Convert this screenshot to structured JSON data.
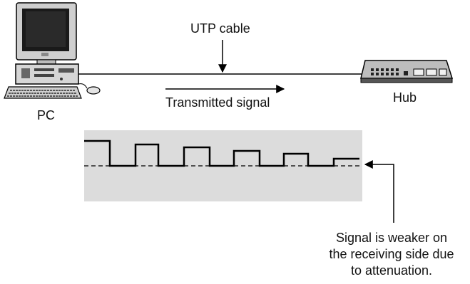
{
  "labels": {
    "cable": "UTP cable",
    "transmitted": "Transmitted signal",
    "pc": "PC",
    "hub": "Hub"
  },
  "note": {
    "lines": [
      "Signal is weaker on",
      "the receiving side due",
      "to attenuation."
    ]
  },
  "colors": {
    "signal_panel": "#dcdcdc",
    "line": "#000000"
  },
  "icons": [
    "pc-icon",
    "hub-icon",
    "keyboard-icon",
    "mouse-icon"
  ]
}
